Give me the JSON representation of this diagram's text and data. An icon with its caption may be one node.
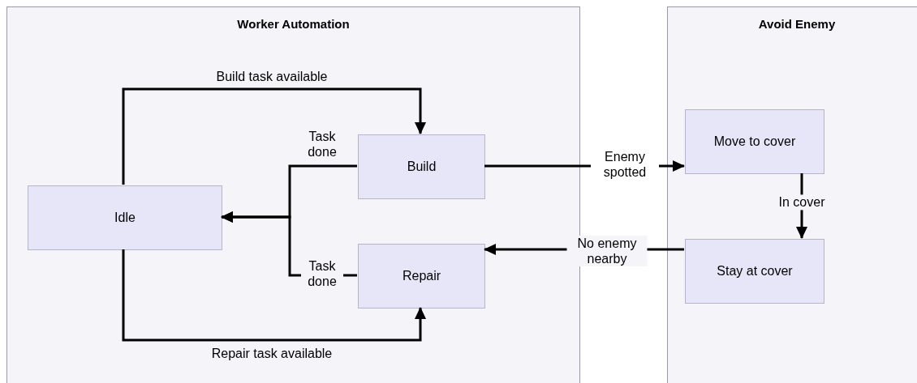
{
  "diagram": {
    "nodes": [
      {
        "text": [
          "Worker Automation"
        ]
      },
      {
        "text": [
          "Idle"
        ],
        "in": 0
      },
      {
        "text": [
          "Build"
        ],
        "in": 0
      },
      {
        "text": [
          "Repair"
        ],
        "in": 0
      },
      {
        "text": [
          "Avoid Enemy"
        ]
      },
      {
        "text": [
          "Move to cover"
        ],
        "in": 4
      },
      {
        "text": [
          "Stay at cover"
        ],
        "in": 4
      }
    ],
    "edges": [
      {
        "from": 1,
        "to": 2,
        "arrow": "to",
        "label": "Build task available"
      },
      {
        "from": 1,
        "to": 3,
        "arrow": "to",
        "label": "Repair task available"
      },
      {
        "from": 2,
        "to": 1,
        "arrow": "to",
        "label": "Task done"
      },
      {
        "from": 3,
        "to": 1,
        "arrow": "to",
        "label": "Task done"
      },
      {
        "from": 2,
        "to": 5,
        "arrow": "to",
        "label": "Enemy spotted"
      },
      {
        "from": 6,
        "to": 3,
        "arrow": "to",
        "label": "No enemy nearby"
      },
      {
        "from": 5,
        "to": 6,
        "arrow": "to",
        "label": "In cover"
      }
    ]
  }
}
